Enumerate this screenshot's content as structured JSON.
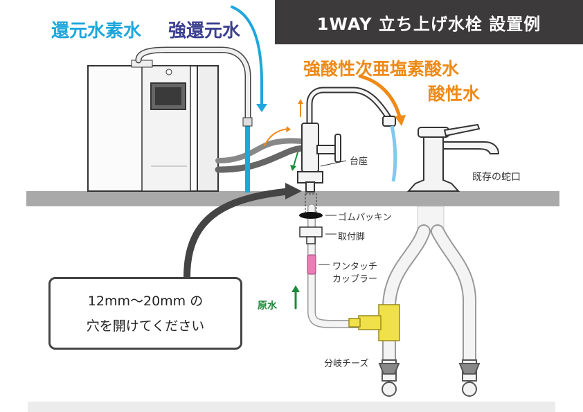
{
  "header": {
    "title": "1WAY 立ち上げ水栓 設置例"
  },
  "labels": {
    "reduced_water": "還元水素水",
    "strong_reduced_water": "強還元水",
    "strong_acid_water": "強酸性次亜塩素酸水",
    "acid_water": "酸性水",
    "base_stand": "台座",
    "existing_faucet": "既存の蛇口",
    "rubber_packing": "ゴムパッキン",
    "mounting_leg": "取付脚",
    "coupler_line1": "ワンタッチ",
    "coupler_line2": "カップラー",
    "raw_water": "原水",
    "branch_tee": "分岐チーズ"
  },
  "note": {
    "line1": "12mm〜20mm の",
    "line2": "穴を開けてください"
  },
  "colors": {
    "blue": "#1fa6dc",
    "navy": "#3b3f8f",
    "orange": "#ef8a16",
    "green": "#1b8a3a",
    "header_bg": "#3d3a3b"
  }
}
